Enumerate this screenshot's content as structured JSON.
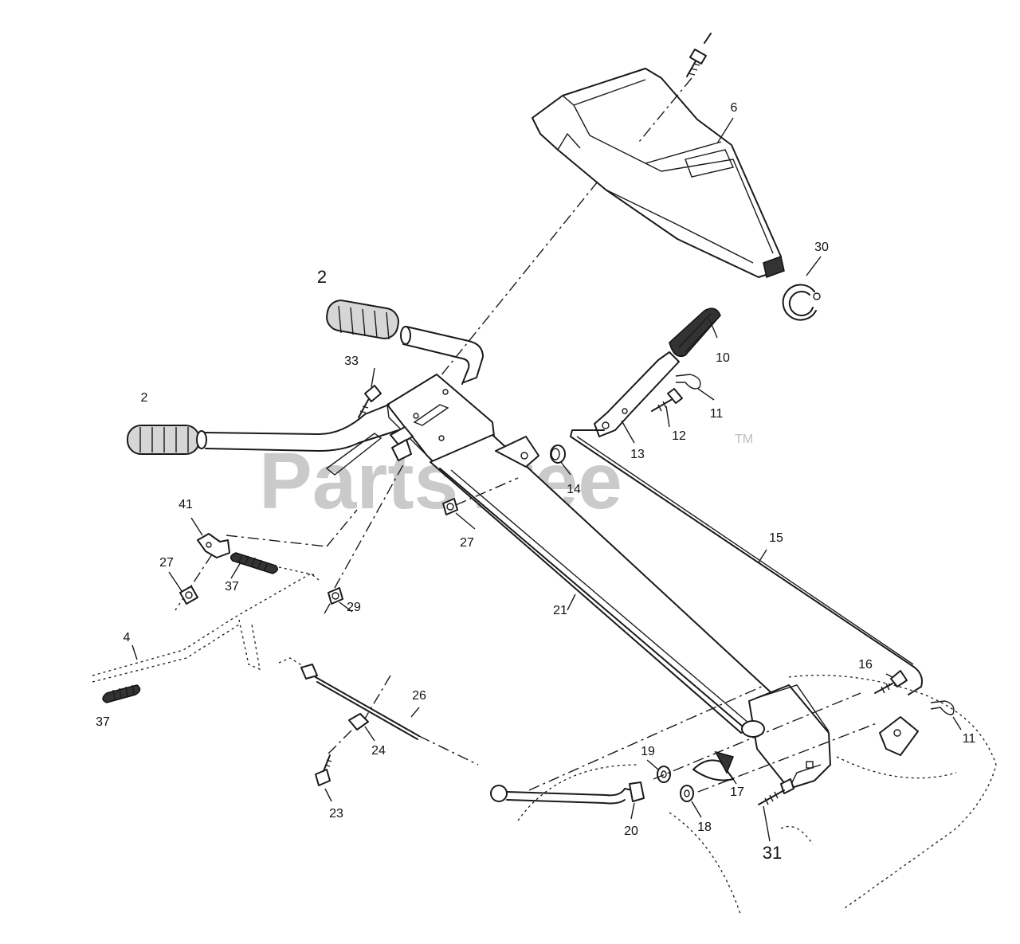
{
  "watermark": {
    "text": "PartsTree",
    "trademark": "TM"
  },
  "callouts": [
    {
      "id": "c6",
      "label": "6"
    },
    {
      "id": "c30",
      "label": "30"
    },
    {
      "id": "c2a",
      "label": "2"
    },
    {
      "id": "c10",
      "label": "10"
    },
    {
      "id": "c33",
      "label": "33"
    },
    {
      "id": "c11a",
      "label": "11"
    },
    {
      "id": "c2b",
      "label": "2"
    },
    {
      "id": "c12",
      "label": "12"
    },
    {
      "id": "c13",
      "label": "13"
    },
    {
      "id": "c14",
      "label": "14"
    },
    {
      "id": "c41",
      "label": "41"
    },
    {
      "id": "c27a",
      "label": "27"
    },
    {
      "id": "c15",
      "label": "15"
    },
    {
      "id": "c27b",
      "label": "27"
    },
    {
      "id": "c37a",
      "label": "37"
    },
    {
      "id": "c29",
      "label": "29"
    },
    {
      "id": "c21",
      "label": "21"
    },
    {
      "id": "c4",
      "label": "4"
    },
    {
      "id": "c16",
      "label": "16"
    },
    {
      "id": "c26",
      "label": "26"
    },
    {
      "id": "c37b",
      "label": "37"
    },
    {
      "id": "c11b",
      "label": "11"
    },
    {
      "id": "c24",
      "label": "24"
    },
    {
      "id": "c19",
      "label": "19"
    },
    {
      "id": "c17",
      "label": "17"
    },
    {
      "id": "c23",
      "label": "23"
    },
    {
      "id": "c18",
      "label": "18"
    },
    {
      "id": "c20",
      "label": "20"
    },
    {
      "id": "c31",
      "label": "31"
    }
  ]
}
